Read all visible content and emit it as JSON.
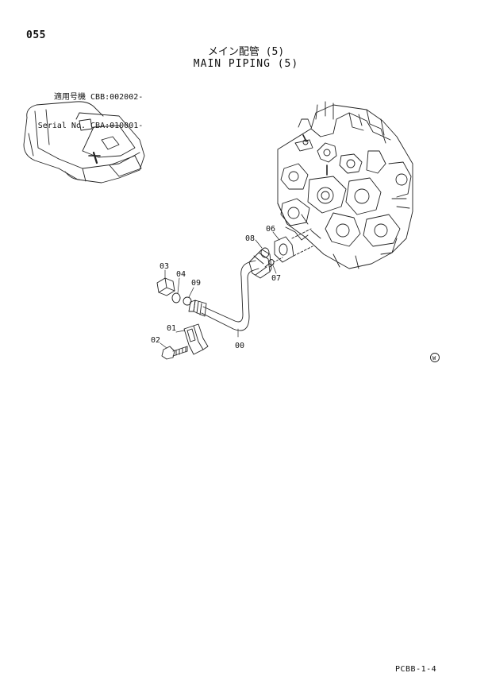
{
  "page": {
    "number": "055",
    "title_ja": "メイン配管 (5)",
    "title_en": "MAIN PIPING (5)",
    "applicability": [
      {
        "label": "適用号機",
        "value": "CBB:002002-"
      },
      {
        "label": "Serial No.",
        "value": "CBA:010001-"
      }
    ],
    "footer_code": "PCBB-1-4",
    "mark": "W"
  },
  "parts": [
    {
      "id": "00"
    },
    {
      "id": "01"
    },
    {
      "id": "02"
    },
    {
      "id": "03"
    },
    {
      "id": "04"
    },
    {
      "id": "06"
    },
    {
      "id": "07"
    },
    {
      "id": "08"
    },
    {
      "id": "09"
    }
  ]
}
